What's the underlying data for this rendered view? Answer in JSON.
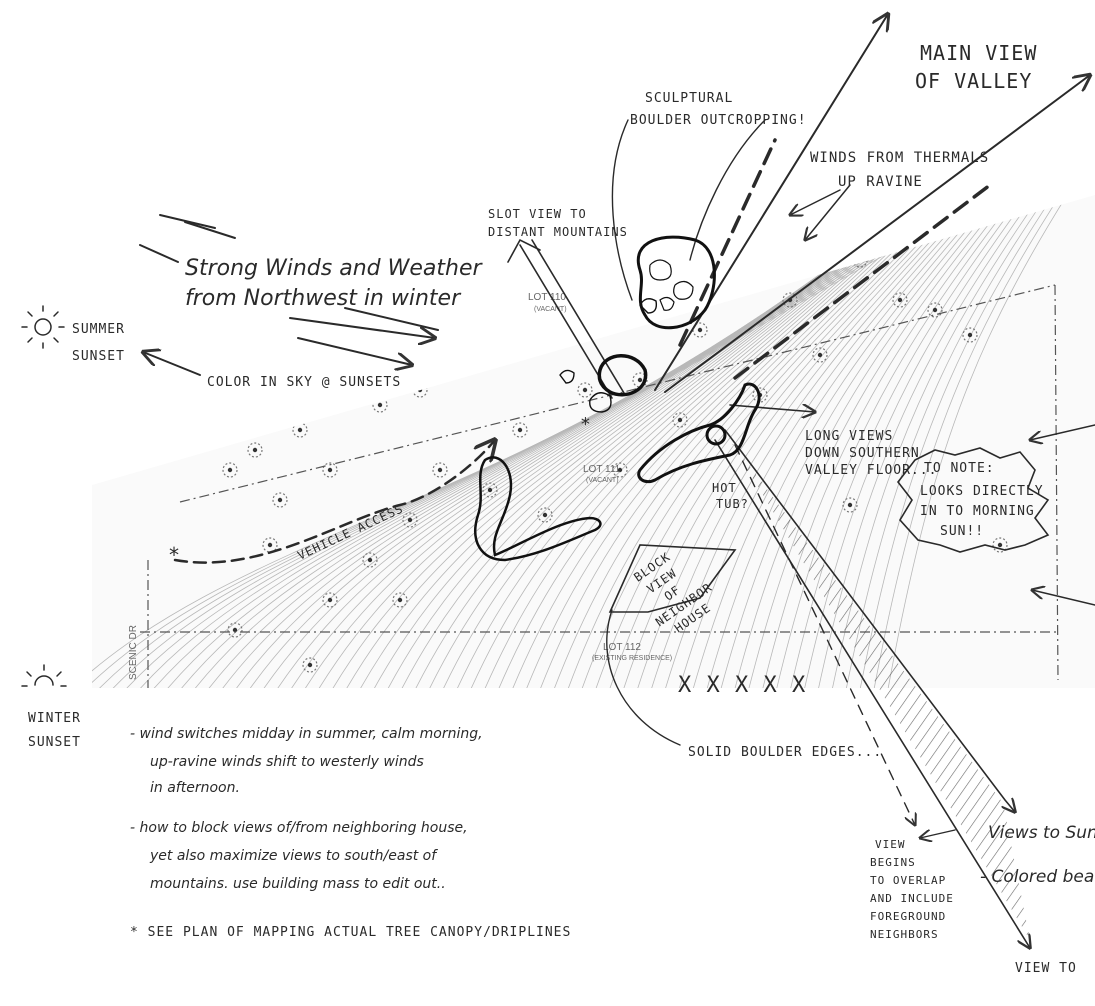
{
  "annotations": {
    "main_view": [
      "MAIN VIEW",
      "OF VALLEY"
    ],
    "sculptural_boulder": [
      "SCULPTURAL",
      "BOULDER OUTCROPPING!"
    ],
    "winds_thermals": [
      "WINDS FROM THERMALS",
      "UP RAVINE"
    ],
    "slot_view": [
      "SLOT VIEW TO",
      "DISTANT MOUNTAINS"
    ],
    "strong_winds": [
      "Strong Winds and Weather",
      "from Northwest in winter"
    ],
    "summer_sunset": [
      "SUMMER",
      "SUNSET"
    ],
    "color_sky": "COLOR IN SKY @ SUNSETS",
    "long_views": [
      "LONG VIEWS",
      "DOWN SOUTHERN",
      "VALLEY FLOOR..."
    ],
    "to_note": [
      "TO NOTE:",
      "LOOKS DIRECTLY",
      "IN TO MORNING",
      "SUN!!"
    ],
    "hot_tub": [
      "HOT",
      "TUB?"
    ],
    "block_view": [
      "BLOCK",
      "VIEW",
      "OF",
      "NEIGHBOR",
      "HOUSE"
    ],
    "vehicle_access": "VEHICLE ACCESS",
    "solid_boulder": "SOLID BOULDER EDGES...",
    "winter_sunset": [
      "WINTER",
      "SUNSET"
    ],
    "view_begins": [
      "VIEW",
      "BEGINS",
      "TO OVERLAP",
      "AND INCLUDE",
      "FOREGROUND",
      "NEIGHBORS"
    ],
    "views_to": [
      "Views to Sun",
      "- Colored bea"
    ],
    "view_to": "VIEW TO",
    "xs": "X X X X X"
  },
  "plan_labels": {
    "lot_110": "LOT 110",
    "lot_111": "LOT 111",
    "lot_112": "LOT 112",
    "scenic_dr": "SCENIC DR",
    "lot_110_sub": "(VACANT)",
    "lot_111_sub": "(VACANT)",
    "lot_112_sub": "(EXISTING RESIDENCE)"
  },
  "notes": [
    [
      "- wind switches midday in summer, calm morning,",
      "up-ravine winds shift to westerly winds",
      "in afternoon."
    ],
    [
      "- how to block views of/from neighboring house,",
      "yet also maximize views to south/east of",
      "mountains. use building mass to edit out.."
    ],
    [
      "* SEE PLAN OF MAPPING ACTUAL TREE CANOPY/DRIPLINES"
    ]
  ]
}
